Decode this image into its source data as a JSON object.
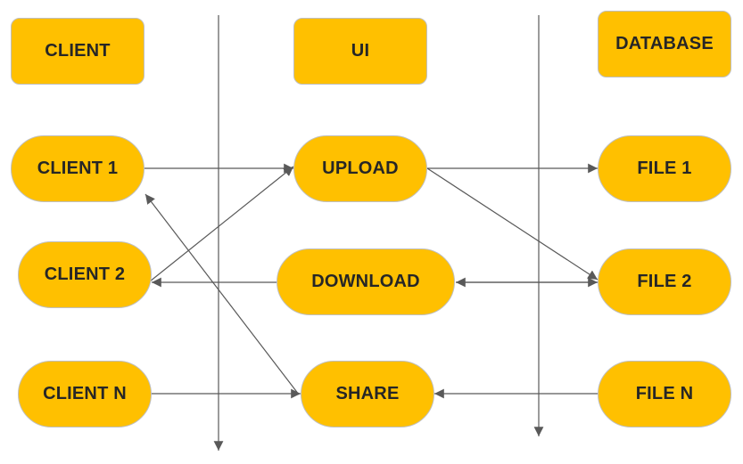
{
  "lanes": {
    "client": "CLIENT",
    "ui": "UI",
    "database": "DATABASE"
  },
  "clients": [
    "CLIENT 1",
    "CLIENT 2",
    "CLIENT N"
  ],
  "actions": [
    "UPLOAD",
    "DOWNLOAD",
    "SHARE"
  ],
  "files": [
    "FILE 1",
    "FILE 2",
    "FILE N"
  ],
  "colors": {
    "node_fill": "#ffc000",
    "node_border": "#bfbfbf",
    "line": "#595959",
    "text": "#262626"
  },
  "edges": [
    {
      "from": "CLIENT 1",
      "to": "UPLOAD"
    },
    {
      "from": "CLIENT 2",
      "to": "UPLOAD"
    },
    {
      "from": "DOWNLOAD",
      "to": "CLIENT 2"
    },
    {
      "from": "SHARE",
      "to": "CLIENT 1"
    },
    {
      "from": "CLIENT N",
      "to": "SHARE"
    },
    {
      "from": "UPLOAD",
      "to": "FILE 1"
    },
    {
      "from": "UPLOAD",
      "to": "FILE 2"
    },
    {
      "from": "FILE 2",
      "to": "DOWNLOAD"
    },
    {
      "from": "DOWNLOAD",
      "to": "FILE 2"
    },
    {
      "from": "FILE N",
      "to": "SHARE"
    }
  ]
}
